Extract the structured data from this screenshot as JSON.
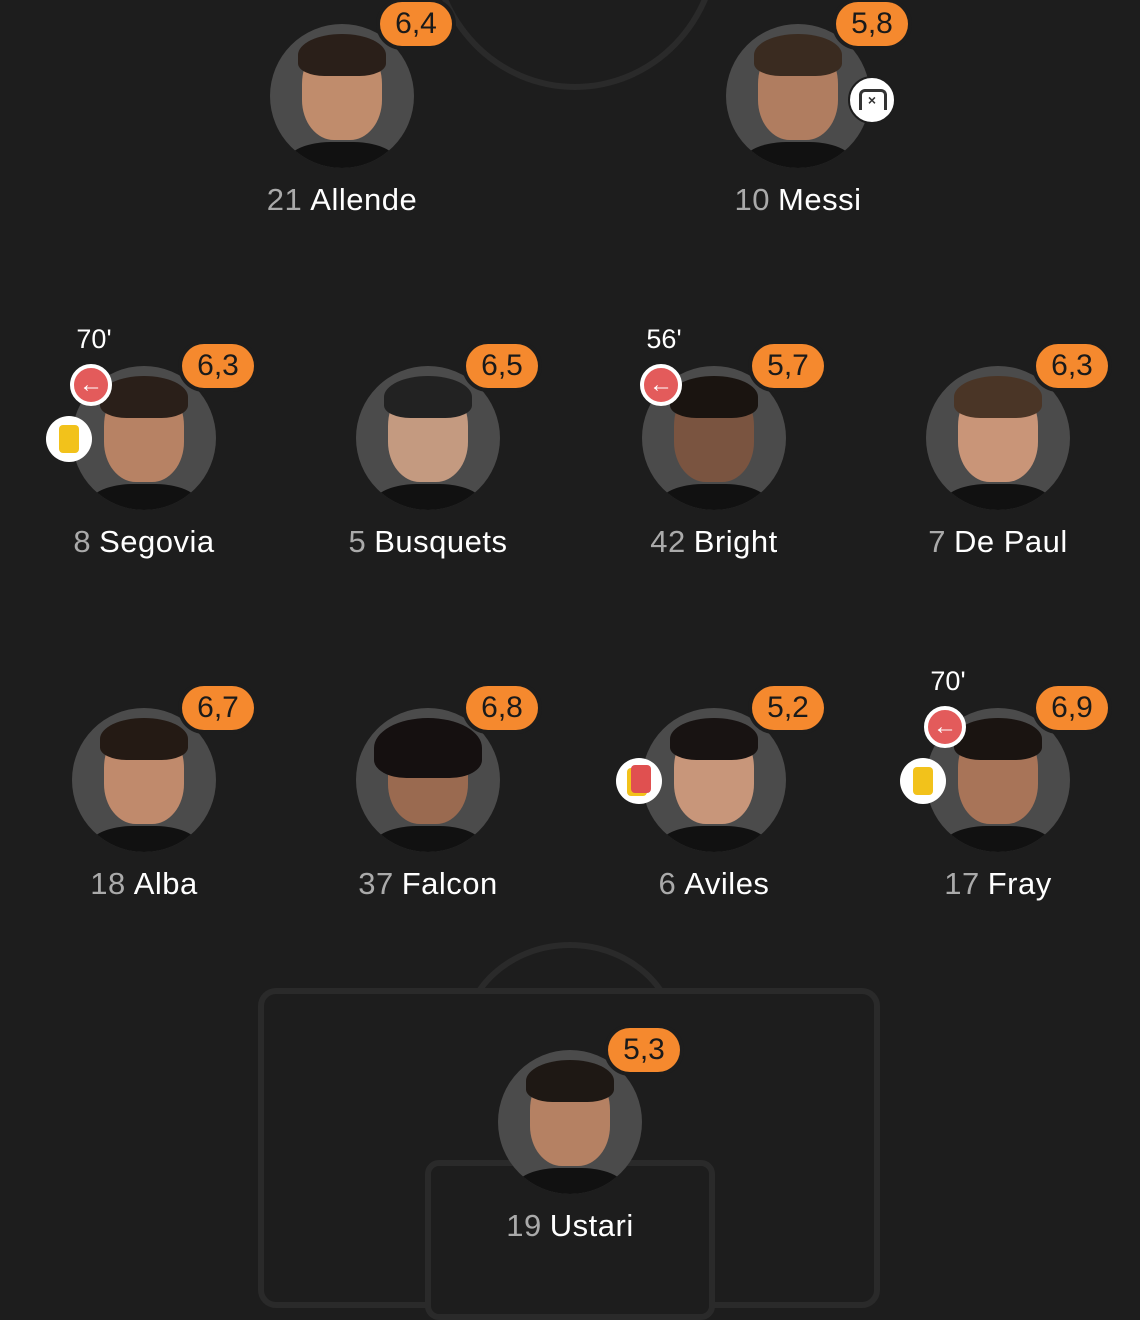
{
  "players": {
    "allende": {
      "number": "21",
      "name": "Allende",
      "rating": "6,4"
    },
    "messi": {
      "number": "10",
      "name": "Messi",
      "rating": "5,8",
      "badge_icon": "own-goal-icon"
    },
    "segovia": {
      "number": "8",
      "name": "Segovia",
      "rating": "6,3",
      "sub_time": "70'",
      "card": "yellow"
    },
    "busquets": {
      "number": "5",
      "name": "Busquets",
      "rating": "6,5"
    },
    "bright": {
      "number": "42",
      "name": "Bright",
      "rating": "5,7",
      "sub_time": "56'"
    },
    "depaul": {
      "number": "7",
      "name": "De Paul",
      "rating": "6,3"
    },
    "alba": {
      "number": "18",
      "name": "Alba",
      "rating": "6,7"
    },
    "falcon": {
      "number": "37",
      "name": "Falcon",
      "rating": "6,8"
    },
    "aviles": {
      "number": "6",
      "name": "Aviles",
      "rating": "5,2",
      "card": "red-yellow"
    },
    "fray": {
      "number": "17",
      "name": "Fray",
      "rating": "6,9",
      "sub_time": "70'",
      "card": "yellow"
    },
    "ustari": {
      "number": "19",
      "name": "Ustari",
      "rating": "5,3"
    }
  },
  "icons": {
    "substitution": "←",
    "goal_x": "×"
  },
  "colors": {
    "rating": "#f5892e",
    "sub": "#e35b5b",
    "yellow_card": "#f2c21b",
    "red_card": "#e05050"
  }
}
